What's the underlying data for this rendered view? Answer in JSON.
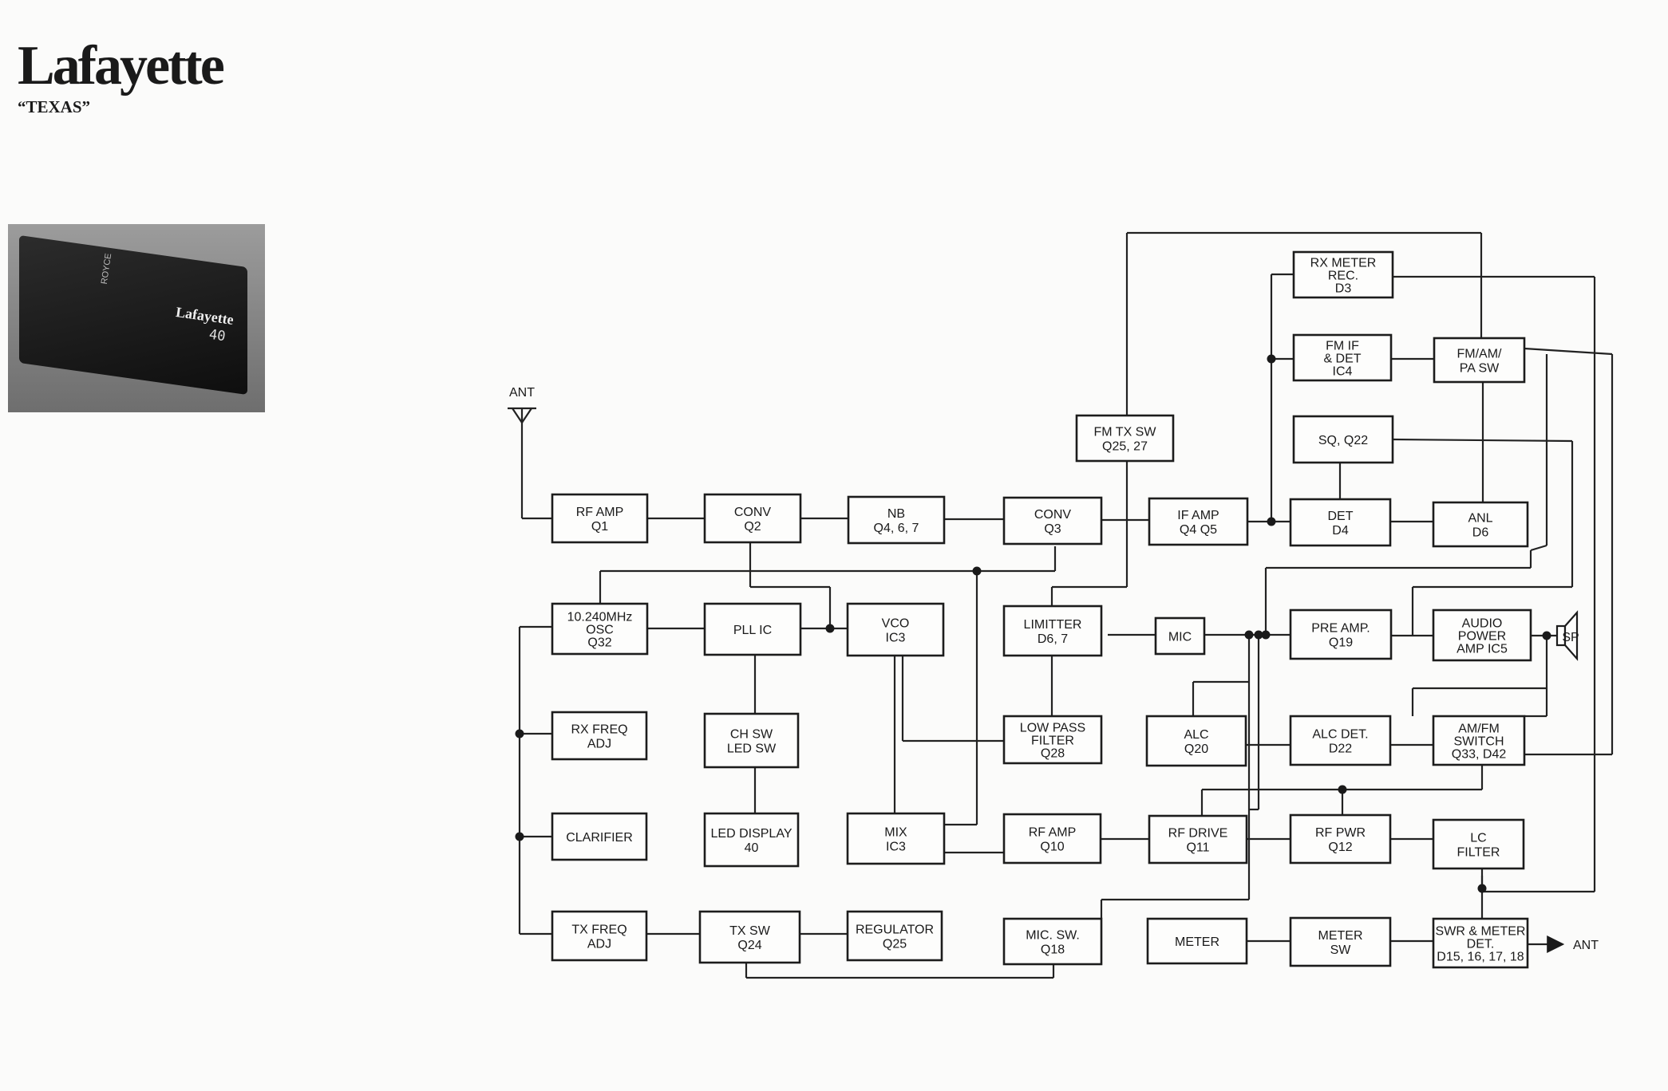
{
  "header": {
    "brand": "Lafayette",
    "model": "“TEXAS”"
  },
  "photo": {
    "logo": "Lafayette",
    "channel": "40",
    "side_label": "ROYCE"
  },
  "diagram": {
    "blocks": [
      {
        "id": "rf_amp_q1",
        "lines": [
          "RF AMP",
          "Q1"
        ]
      },
      {
        "id": "conv_q2",
        "lines": [
          "CONV",
          "Q2"
        ]
      },
      {
        "id": "nb",
        "lines": [
          "NB",
          "Q4, 6, 7"
        ]
      },
      {
        "id": "conv_q3",
        "lines": [
          "CONV",
          "Q3"
        ]
      },
      {
        "id": "if_amp",
        "lines": [
          "IF AMP",
          "Q4 Q5"
        ]
      },
      {
        "id": "fm_tx_sw",
        "lines": [
          "FM TX SW",
          "Q25, 27"
        ]
      },
      {
        "id": "rx_meter",
        "lines": [
          "RX METER",
          "REC.",
          "D3"
        ]
      },
      {
        "id": "fm_if",
        "lines": [
          "FM IF",
          "& DET",
          "IC4"
        ]
      },
      {
        "id": "fm_am_pa",
        "lines": [
          "FM/AM/",
          "PA SW"
        ]
      },
      {
        "id": "sq",
        "lines": [
          "SQ, Q22"
        ]
      },
      {
        "id": "det",
        "lines": [
          "DET",
          "D4"
        ]
      },
      {
        "id": "anl",
        "lines": [
          "ANL",
          "D6"
        ]
      },
      {
        "id": "osc",
        "lines": [
          "10.240MHz",
          "OSC",
          "Q32"
        ]
      },
      {
        "id": "pll",
        "lines": [
          "PLL IC"
        ]
      },
      {
        "id": "vco",
        "lines": [
          "VCO",
          "IC3"
        ]
      },
      {
        "id": "limitter",
        "lines": [
          "LIMITTER",
          "D6, 7"
        ]
      },
      {
        "id": "mic",
        "lines": [
          "MIC"
        ]
      },
      {
        "id": "pre_amp",
        "lines": [
          "PRE AMP.",
          "Q19"
        ]
      },
      {
        "id": "audio_amp",
        "lines": [
          "AUDIO",
          "POWER",
          "AMP IC5"
        ]
      },
      {
        "id": "rx_freq",
        "lines": [
          "RX FREQ",
          "ADJ"
        ]
      },
      {
        "id": "ch_sw",
        "lines": [
          "CH SW",
          "LED SW"
        ]
      },
      {
        "id": "lpf",
        "lines": [
          "LOW PASS",
          "FILTER",
          "Q28"
        ]
      },
      {
        "id": "alc",
        "lines": [
          "ALC",
          "Q20"
        ]
      },
      {
        "id": "alc_det",
        "lines": [
          "ALC DET.",
          "D22"
        ]
      },
      {
        "id": "amfm_switch",
        "lines": [
          "AM/FM",
          "SWITCH",
          "Q33, D42"
        ]
      },
      {
        "id": "clarifier",
        "lines": [
          "CLARIFIER"
        ]
      },
      {
        "id": "led_display",
        "lines": [
          "LED DISPLAY",
          "40"
        ]
      },
      {
        "id": "mix",
        "lines": [
          "MIX",
          "IC3"
        ]
      },
      {
        "id": "rf_amp_q10",
        "lines": [
          "RF AMP",
          "Q10"
        ]
      },
      {
        "id": "rf_drive",
        "lines": [
          "RF DRIVE",
          "Q11"
        ]
      },
      {
        "id": "rf_pwr",
        "lines": [
          "RF PWR",
          "Q12"
        ]
      },
      {
        "id": "lc_filter",
        "lines": [
          "LC",
          "FILTER"
        ]
      },
      {
        "id": "tx_freq",
        "lines": [
          "TX FREQ",
          "ADJ"
        ]
      },
      {
        "id": "tx_sw",
        "lines": [
          "TX SW",
          "Q24"
        ]
      },
      {
        "id": "regulator",
        "lines": [
          "REGULATOR",
          "Q25"
        ]
      },
      {
        "id": "mic_sw",
        "lines": [
          "MIC. SW.",
          "Q18"
        ]
      },
      {
        "id": "meter",
        "lines": [
          "METER"
        ]
      },
      {
        "id": "meter_sw",
        "lines": [
          "METER",
          "SW"
        ]
      },
      {
        "id": "swr",
        "lines": [
          "SWR & METER",
          "DET.",
          "D15, 16, 17, 18"
        ]
      }
    ],
    "ant_in_label": "ANT",
    "ant_out_label": "ANT",
    "speaker_label": "SP"
  }
}
